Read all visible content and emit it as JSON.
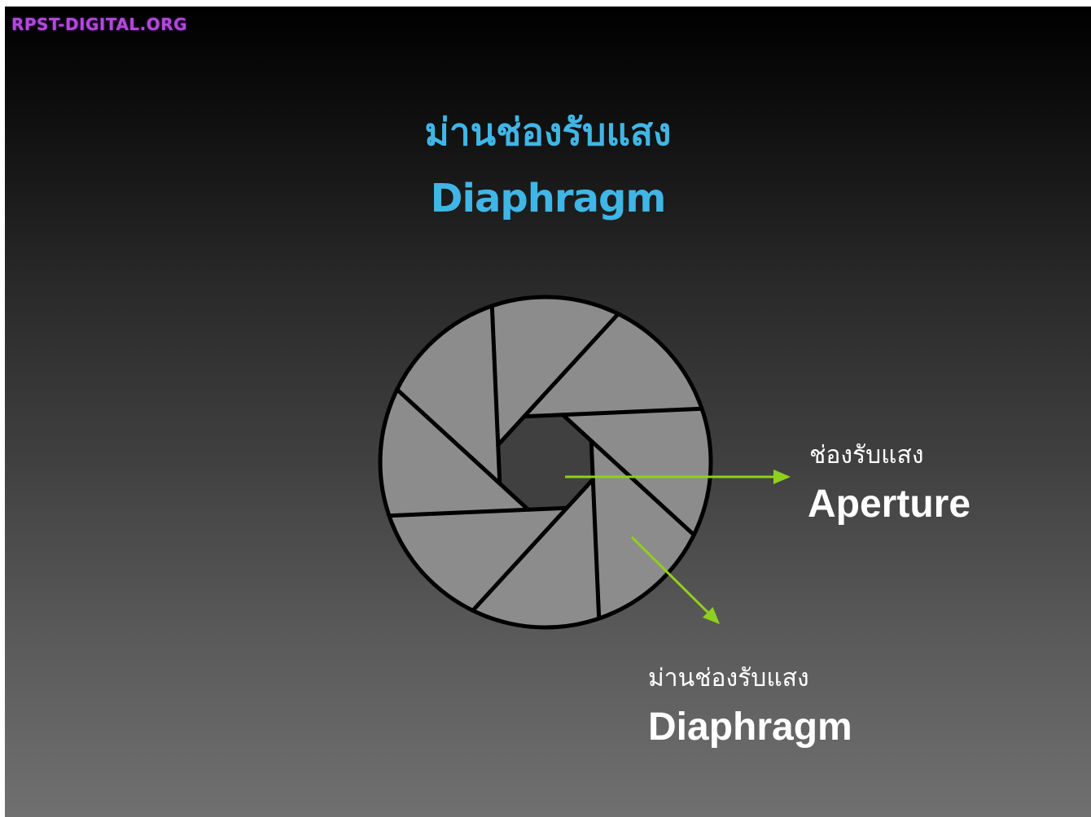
{
  "watermark": "RPST-DIGITAL.ORG",
  "title": {
    "thai": "ม่านช่องรับแสง",
    "english": "Diaphragm"
  },
  "labels": {
    "aperture": {
      "thai": "ช่องรับแสง",
      "english": "Aperture"
    },
    "diaphragm": {
      "thai": "ม่านช่องรับแสง",
      "english": "Diaphragm"
    }
  },
  "colors": {
    "title": "#3fb6e6",
    "watermark": "#b04ad8",
    "blade_fill": "#8c8c8c",
    "aperture_fill": "#404040",
    "outline": "#000000",
    "arrow": "#8fcf1f",
    "label_text": "#ffffff"
  },
  "diagram": {
    "blade_count": 8
  }
}
